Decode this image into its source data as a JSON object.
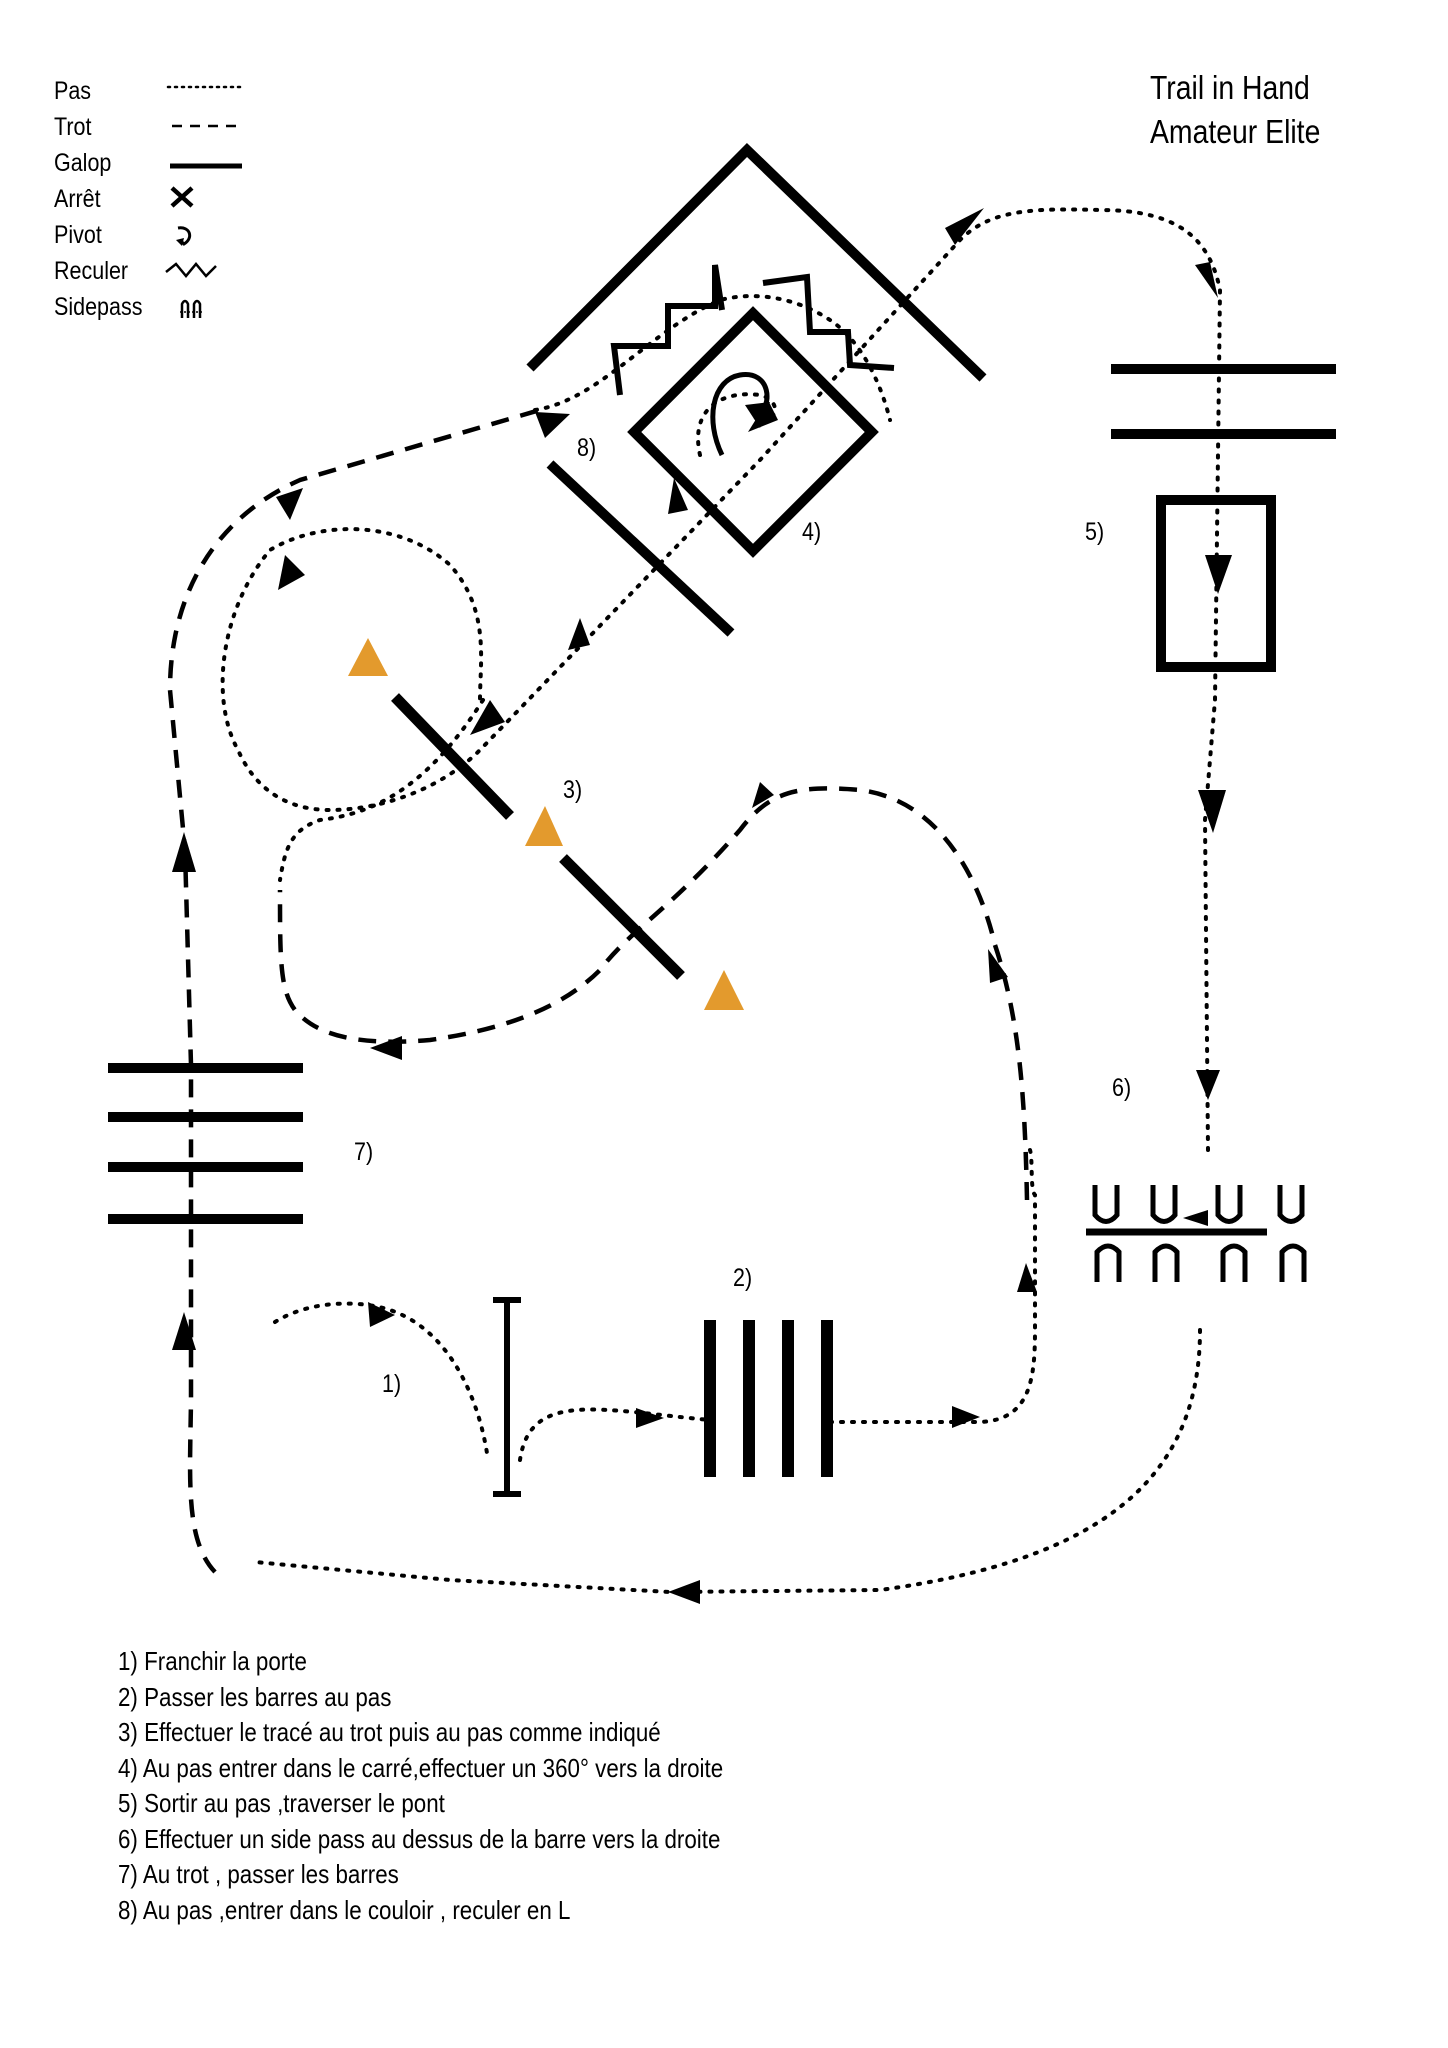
{
  "title": [
    "Trail  in Hand",
    "Amateur Elite"
  ],
  "legend": [
    {
      "label": "Pas",
      "symbol": "walk-dotted-line"
    },
    {
      "label": "Trot",
      "symbol": "trot-dashed-line"
    },
    {
      "label": "Galop",
      "symbol": "canter-solid-line"
    },
    {
      "label": "Arrêt",
      "symbol": "halt-cross"
    },
    {
      "label": "Pivot",
      "symbol": "pivot-curl"
    },
    {
      "label": "Reculer",
      "symbol": "backup-zigzag"
    },
    {
      "label": "Sidepass",
      "symbol": "sidepass-hooves"
    }
  ],
  "obstacles": {
    "o1": "1)",
    "o2": "2)",
    "o3": "3)",
    "o4": "4)",
    "o5": "5)",
    "o6": "6)",
    "o7": "7)",
    "o8": "8)"
  },
  "instructions": [
    "1) Franchir la porte",
    "2) Passer les barres au pas",
    "3) Effectuer le tracé au trot puis au pas comme indiqué",
    "4) Au pas entrer dans le carré,effectuer un 360° vers la droite",
    "5) Sortir au pas ,traverser le pont",
    "6) Effectuer un side pass au dessus de la barre vers la droite",
    "7) Au trot , passer les barres",
    "8) Au pas ,entrer dans le couloir , reculer en L"
  ],
  "colors": {
    "cone": "#E39A2D",
    "ink": "#000000"
  }
}
